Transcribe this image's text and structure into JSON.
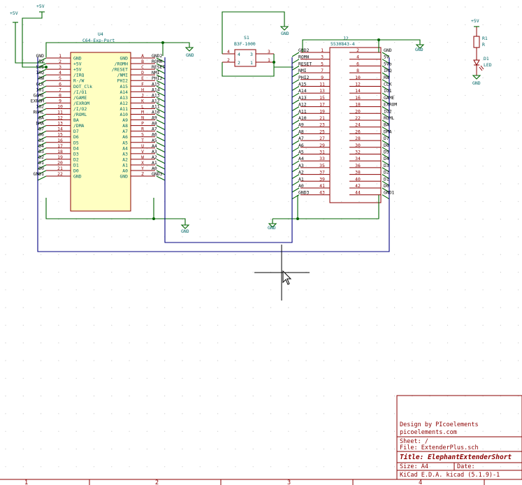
{
  "u4": {
    "ref": "U4",
    "value": "C64-Exp-Port",
    "pins_left": [
      {
        "num": "1",
        "name": "GND",
        "net": "GND"
      },
      {
        "num": "2",
        "name": "+5V",
        "net": "5V"
      },
      {
        "num": "3",
        "name": "+5V",
        "net": "5Vb"
      },
      {
        "num": "4",
        "name": "/IRQ",
        "net": "IRQ"
      },
      {
        "num": "5",
        "name": "R-/W",
        "net": "RW"
      },
      {
        "num": "6",
        "name": "DOT_Clk",
        "net": "CLK"
      },
      {
        "num": "7",
        "name": "/I/O1",
        "net": "IO1"
      },
      {
        "num": "8",
        "name": "/GAME",
        "net": "GAME"
      },
      {
        "num": "9",
        "name": "/EXROM",
        "net": "EXROM"
      },
      {
        "num": "10",
        "name": "/I/O2",
        "net": "IO2"
      },
      {
        "num": "11",
        "name": "/ROML",
        "net": "ROML"
      },
      {
        "num": "12",
        "name": "BA",
        "net": "BA"
      },
      {
        "num": "13",
        "name": "/DMA",
        "net": "DMA"
      },
      {
        "num": "14",
        "name": "D7",
        "net": "D7"
      },
      {
        "num": "15",
        "name": "D6",
        "net": "D6"
      },
      {
        "num": "16",
        "name": "D5",
        "net": "D5"
      },
      {
        "num": "17",
        "name": "D4",
        "net": "D4"
      },
      {
        "num": "18",
        "name": "D3",
        "net": "D3"
      },
      {
        "num": "19",
        "name": "D2",
        "net": "D2"
      },
      {
        "num": "20",
        "name": "D1",
        "net": "D1"
      },
      {
        "num": "21",
        "name": "D0",
        "net": "D0"
      },
      {
        "num": "22",
        "name": "GND",
        "net": "GND1"
      }
    ],
    "pins_right": [
      {
        "num": "A",
        "name": "GND",
        "net": "GND2"
      },
      {
        "num": "B",
        "name": "/ROMH",
        "net": "ROMH"
      },
      {
        "num": "C",
        "name": "/RESET",
        "net": "RESET"
      },
      {
        "num": "D",
        "name": "/NMI",
        "net": "NMI"
      },
      {
        "num": "E",
        "name": "PHI2",
        "net": "PHI2"
      },
      {
        "num": "F",
        "name": "A15",
        "net": "A15"
      },
      {
        "num": "H",
        "name": "A14",
        "net": "A14"
      },
      {
        "num": "J",
        "name": "A13",
        "net": "A13"
      },
      {
        "num": "K",
        "name": "A12",
        "net": "A12"
      },
      {
        "num": "L",
        "name": "A11",
        "net": "A11"
      },
      {
        "num": "M",
        "name": "A10",
        "net": "A10"
      },
      {
        "num": "N",
        "name": "A9",
        "net": "A9"
      },
      {
        "num": "P",
        "name": "A8",
        "net": "A8"
      },
      {
        "num": "R",
        "name": "A7",
        "net": "A7"
      },
      {
        "num": "S",
        "name": "A6",
        "net": "A6"
      },
      {
        "num": "T",
        "name": "A5",
        "net": "A5"
      },
      {
        "num": "U",
        "name": "A4",
        "net": "A4"
      },
      {
        "num": "V",
        "name": "A3",
        "net": "A3"
      },
      {
        "num": "W",
        "name": "A2",
        "net": "A2"
      },
      {
        "num": "X",
        "name": "A1",
        "net": "A1"
      },
      {
        "num": "Y",
        "name": "A0",
        "net": "A0"
      },
      {
        "num": "Z",
        "name": "GND",
        "net": "GND3"
      }
    ]
  },
  "j2": {
    "ref": "J2",
    "value": "5530843-4",
    "rows": [
      {
        "l": "GND2",
        "ln": "1",
        "rn": "2",
        "r": "GND"
      },
      {
        "l": "ROMH",
        "ln": "3",
        "rn": "4",
        "r": "5V"
      },
      {
        "l": "RESET",
        "ln": "5",
        "rn": "6",
        "r": "5Vb"
      },
      {
        "l": "NMI",
        "ln": "7",
        "rn": "8",
        "r": "IRQ"
      },
      {
        "l": "PHI2",
        "ln": "9",
        "rn": "10",
        "r": "RW"
      },
      {
        "l": "A15",
        "ln": "11",
        "rn": "12",
        "r": "CLK"
      },
      {
        "l": "A14",
        "ln": "13",
        "rn": "14",
        "r": "IO1"
      },
      {
        "l": "A13",
        "ln": "15",
        "rn": "16",
        "r": "GAME"
      },
      {
        "l": "A12",
        "ln": "17",
        "rn": "18",
        "r": "EXROM"
      },
      {
        "l": "A11",
        "ln": "19",
        "rn": "20",
        "r": "IO2"
      },
      {
        "l": "A10",
        "ln": "21",
        "rn": "22",
        "r": "ROML"
      },
      {
        "l": "A9",
        "ln": "23",
        "rn": "24",
        "r": "BA"
      },
      {
        "l": "A8",
        "ln": "25",
        "rn": "26",
        "r": "DMA"
      },
      {
        "l": "A7",
        "ln": "27",
        "rn": "28",
        "r": "D7"
      },
      {
        "l": "A6",
        "ln": "29",
        "rn": "30",
        "r": "D6"
      },
      {
        "l": "A5",
        "ln": "31",
        "rn": "32",
        "r": "D5"
      },
      {
        "l": "A4",
        "ln": "33",
        "rn": "34",
        "r": "D4"
      },
      {
        "l": "A3",
        "ln": "35",
        "rn": "36",
        "r": "D3"
      },
      {
        "l": "A2",
        "ln": "37",
        "rn": "38",
        "r": "D2"
      },
      {
        "l": "A1",
        "ln": "39",
        "rn": "40",
        "r": "D1"
      },
      {
        "l": "A0",
        "ln": "41",
        "rn": "42",
        "r": "D0"
      },
      {
        "l": "GND3",
        "ln": "43",
        "rn": "44",
        "r": "GND1"
      }
    ]
  },
  "s1": {
    "ref": "S1",
    "value": "B3F-1000",
    "pins": {
      "p1": "1",
      "p2": "2",
      "p3": "3",
      "p4": "4"
    }
  },
  "r1": {
    "ref": "R1",
    "value": "R"
  },
  "d1": {
    "ref": "D1",
    "value": "LED"
  },
  "power": {
    "p5v": "+5V",
    "gnd": "GND"
  },
  "titleblock": {
    "design": "Design by PIcoelements",
    "site": "picoelements.com",
    "sheet": "Sheet: /",
    "file": "File: ExtenderPlus.sch",
    "title": "Title: ElephantExtenderShort",
    "size": "Size: A4",
    "date": "Date:",
    "kicad": "KiCad E.D.A.  kicad (5.1.9)-1"
  },
  "frame": {
    "col_labels": [
      "1",
      "2",
      "3",
      "4"
    ]
  }
}
